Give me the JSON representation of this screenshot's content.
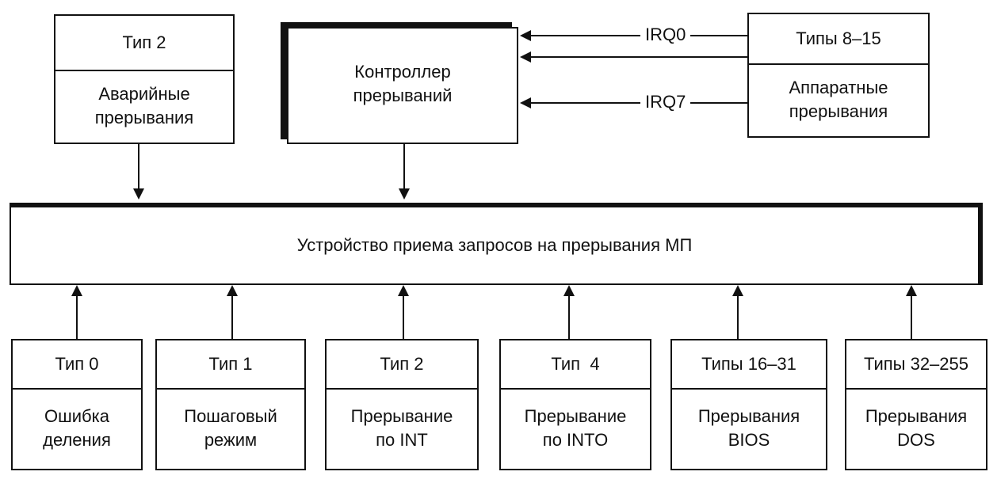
{
  "top_left": {
    "head": "Тип 2",
    "body_line1": "Аварийные",
    "body_line2": "прерывания"
  },
  "controller": {
    "line1": "Контроллер",
    "line2": "прерываний"
  },
  "irq_lines": {
    "irq0": "IRQ0",
    "irq7": "IRQ7"
  },
  "top_right": {
    "head": "Типы 8–15",
    "body_line1": "Аппаратные",
    "body_line2": "прерывания"
  },
  "receiver": {
    "label": "Устройство приема запросов на прерывания МП"
  },
  "bottom_boxes": [
    {
      "head": "Тип 0",
      "line1": "Ошибка",
      "line2": "деления"
    },
    {
      "head": "Тип 1",
      "line1": "Пошаговый",
      "line2": "режим"
    },
    {
      "head": "Тип 2",
      "line1": "Прерывание",
      "line2": "по INT"
    },
    {
      "head": "Тип  4",
      "line1": "Прерывание",
      "line2": "по INTO"
    },
    {
      "head": "Типы 16–31",
      "line1": "Прерывания",
      "line2": "BIOS"
    },
    {
      "head": "Типы 32–255",
      "line1": "Прерывания",
      "line2": "DOS"
    }
  ]
}
